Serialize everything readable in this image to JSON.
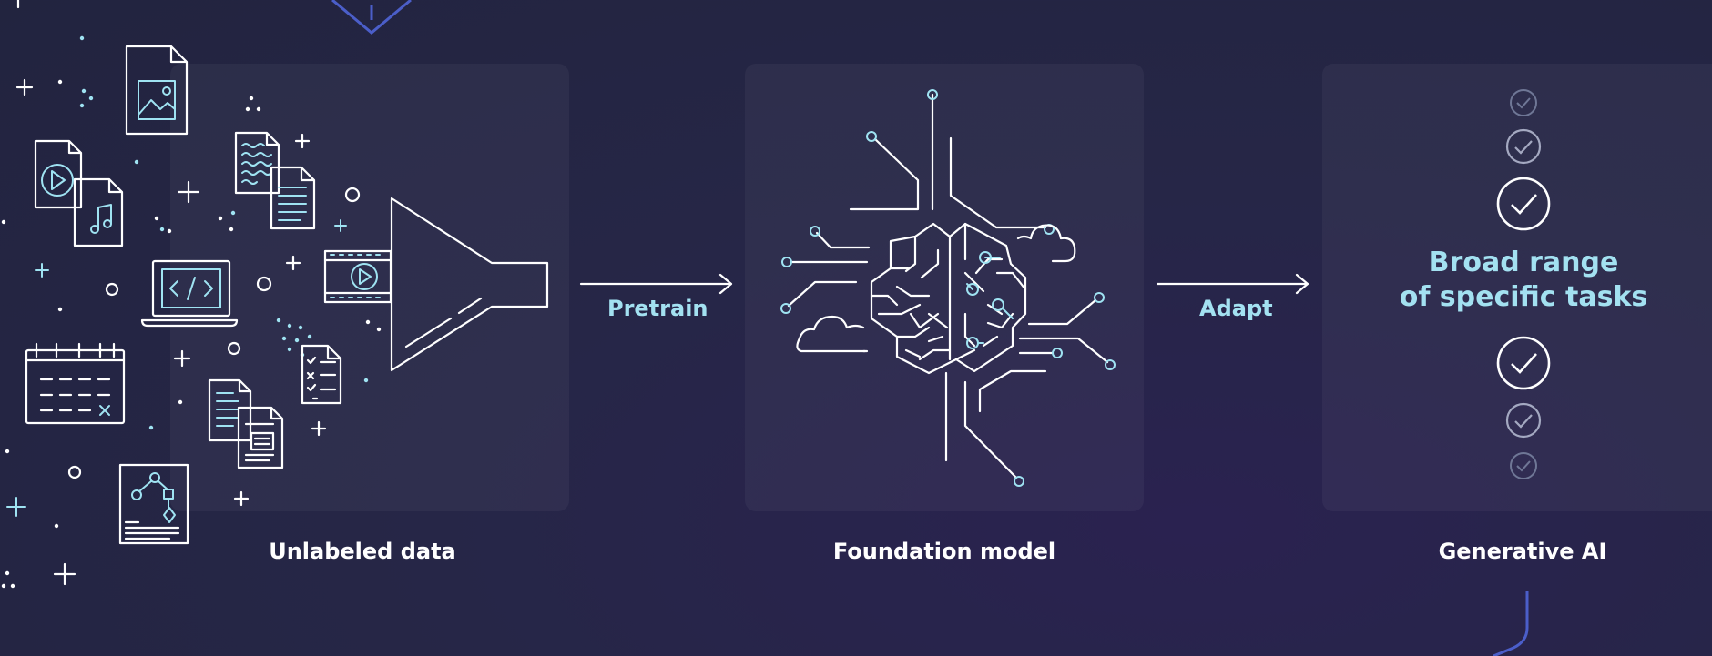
{
  "stages": {
    "unlabeled_data": {
      "caption": "Unlabeled data"
    },
    "foundation_model": {
      "caption": "Foundation model"
    },
    "generative_ai": {
      "caption": "Generative AI",
      "tasks_label_line1": "Broad range",
      "tasks_label_line2": "of specific tasks"
    }
  },
  "arrows": {
    "pretrain": "Pretrain",
    "adapt": "Adapt"
  },
  "colors": {
    "background": "#24243f",
    "accent": "#a3e1f1",
    "line": "#ffffff"
  },
  "icons": [
    "image-file-icon",
    "video-file-icon",
    "music-file-icon",
    "audio-wave-file-icon",
    "text-file-icon",
    "laptop-code-icon",
    "video-strip-icon",
    "calendar-icon",
    "checklist-icon",
    "document-icon",
    "flowchart-icon",
    "funnel-icon",
    "brain-circuit-icon",
    "cloud-icon",
    "check-circle-icon"
  ]
}
